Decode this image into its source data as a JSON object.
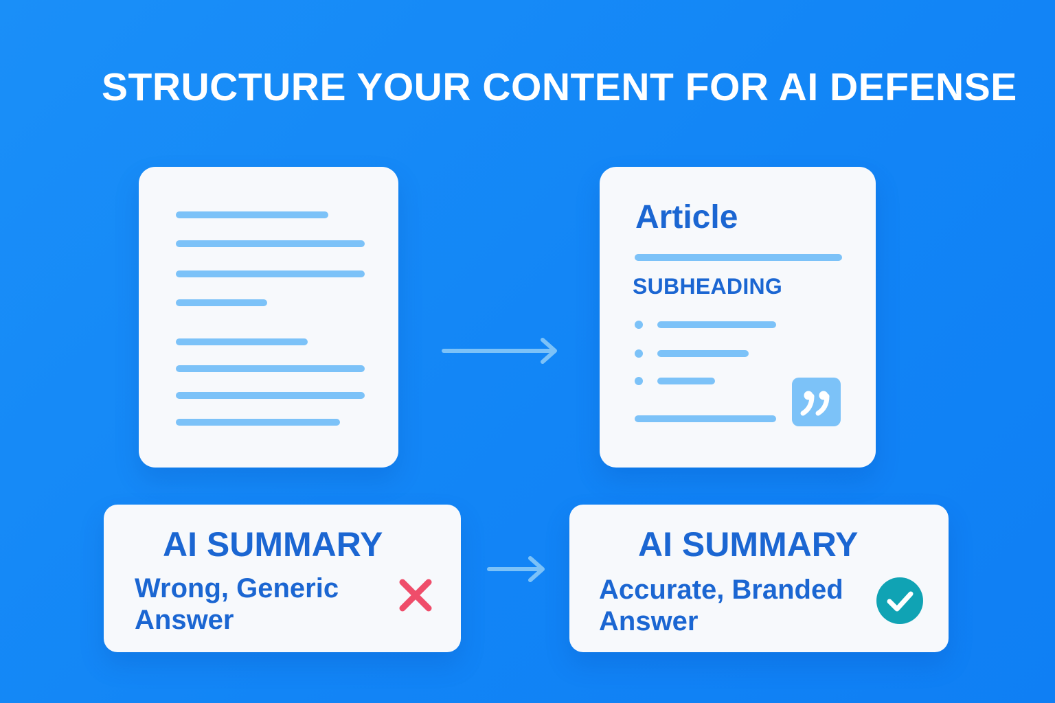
{
  "title": "STRUCTURE YOUR CONTENT FOR AI DEFENSE",
  "structured_document": {
    "title": "Article",
    "subheading": "SUBHEADING"
  },
  "summary_before": {
    "heading": "AI SUMMARY",
    "answer_line1": "Wrong, Generic",
    "answer_line2": "Answer",
    "status_icon": "cross-icon"
  },
  "summary_after": {
    "heading": "AI SUMMARY",
    "answer_line1": "Accurate, Branded",
    "answer_line2": "Answer",
    "status_icon": "check-circle-icon"
  },
  "colors": {
    "background": "#1188f7",
    "card": "#f7f9fc",
    "text": "#1b66d2",
    "placeholder_line": "#7cc2f8",
    "cross": "#ef4d6a",
    "check": "#10a3b4"
  }
}
